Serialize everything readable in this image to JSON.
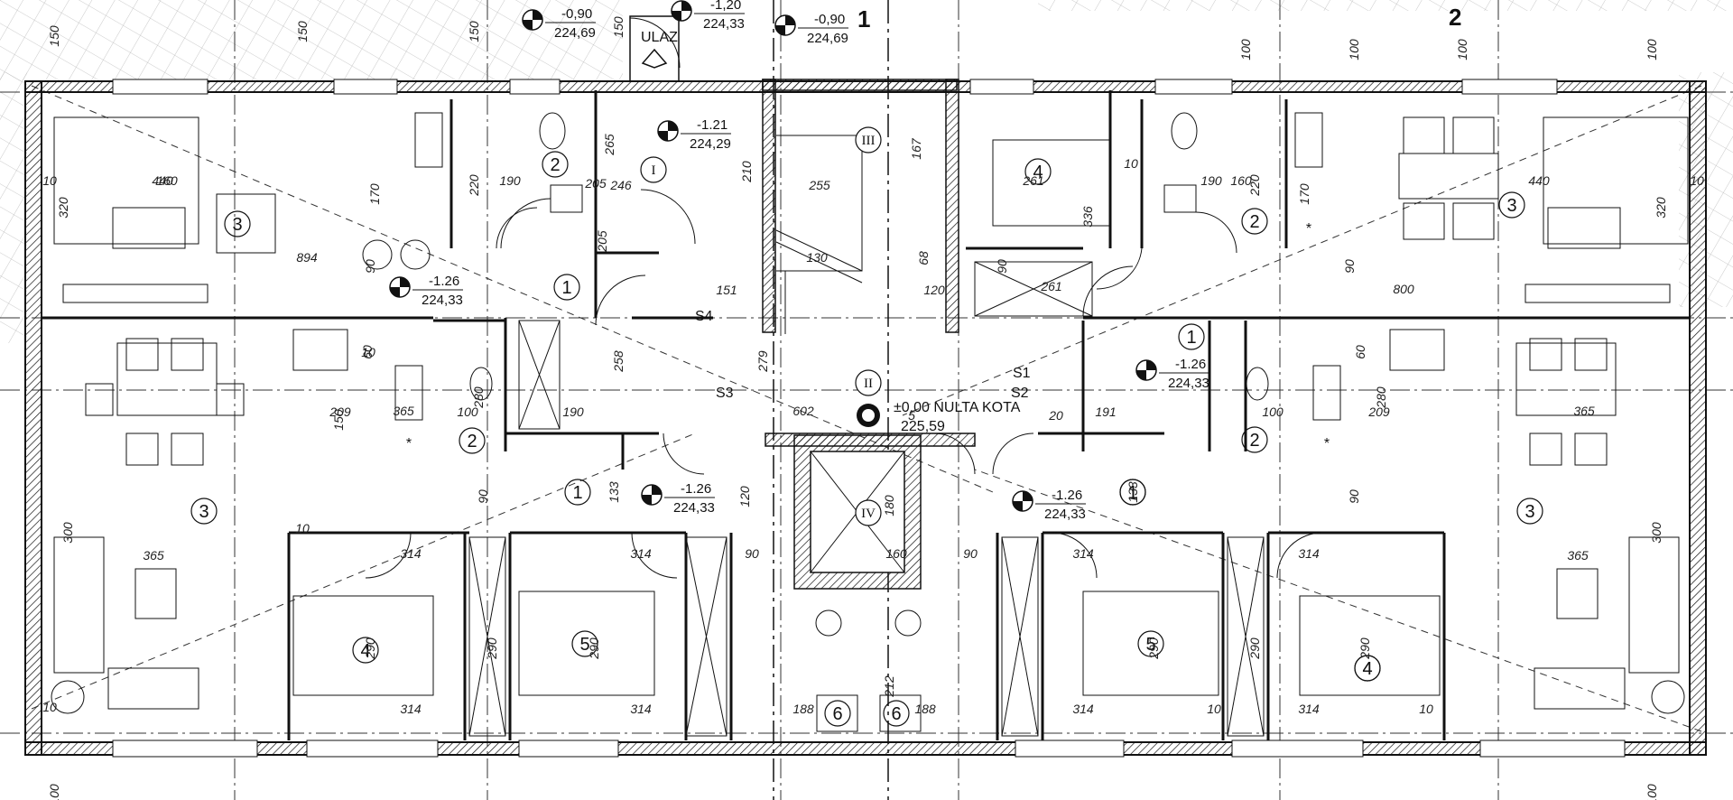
{
  "labels": {
    "entrance": "ULAZ",
    "zero_level_line1": "±0,00 NULTA KOTA",
    "zero_level_line2": "225,59",
    "section_1": "1",
    "section_2": "2",
    "stair_s1": "S1",
    "stair_s2": "S2",
    "stair_s3": "S3",
    "stair_s4": "S4"
  },
  "level_marks": [
    {
      "top": "-0,90",
      "bottom": "224,69"
    },
    {
      "top": "-1,20",
      "bottom": "224,33"
    },
    {
      "top": "-0,90",
      "bottom": "224,69"
    },
    {
      "top": "-1.21",
      "bottom": "224,29"
    },
    {
      "top": "-1.26",
      "bottom": "224,33"
    },
    {
      "top": "-1.26",
      "bottom": "224,33"
    },
    {
      "top": "-1.26",
      "bottom": "224,33"
    },
    {
      "top": "-1.26",
      "bottom": "224,33"
    }
  ],
  "room_numbers": [
    "1",
    "1",
    "1",
    "1",
    "1",
    "2",
    "2",
    "2",
    "2",
    "3",
    "3",
    "3",
    "3",
    "4",
    "4",
    "4",
    "4",
    "5",
    "5",
    "6",
    "6"
  ],
  "roman_rooms": [
    "I",
    "II",
    "III",
    "IV"
  ],
  "dimensions": [
    "150",
    "150",
    "150",
    "150",
    "100",
    "100",
    "100",
    "100",
    "100",
    "100",
    "440",
    "440",
    "894",
    "800",
    "320",
    "320",
    "170",
    "170",
    "160",
    "160",
    "190",
    "190",
    "220",
    "220",
    "90",
    "90",
    "90",
    "90",
    "90",
    "246",
    "210",
    "205",
    "205",
    "265",
    "255",
    "167",
    "130",
    "151",
    "258",
    "279",
    "68",
    "120",
    "261",
    "261",
    "336",
    "10",
    "10",
    "10",
    "10",
    "10",
    "10",
    "10",
    "365",
    "365",
    "365",
    "365",
    "209",
    "209",
    "190",
    "191",
    "100",
    "100",
    "60",
    "60",
    "280",
    "280",
    "150",
    "133",
    "133",
    "120",
    "602",
    "5",
    "20",
    "314",
    "314",
    "314",
    "314",
    "314",
    "314",
    "314",
    "314",
    "290",
    "290",
    "290",
    "290",
    "290",
    "290",
    "160",
    "180",
    "90",
    "90",
    "188",
    "188",
    "212",
    "300",
    "300",
    "10"
  ],
  "misc_marks": [
    "*",
    "*",
    "*"
  ]
}
